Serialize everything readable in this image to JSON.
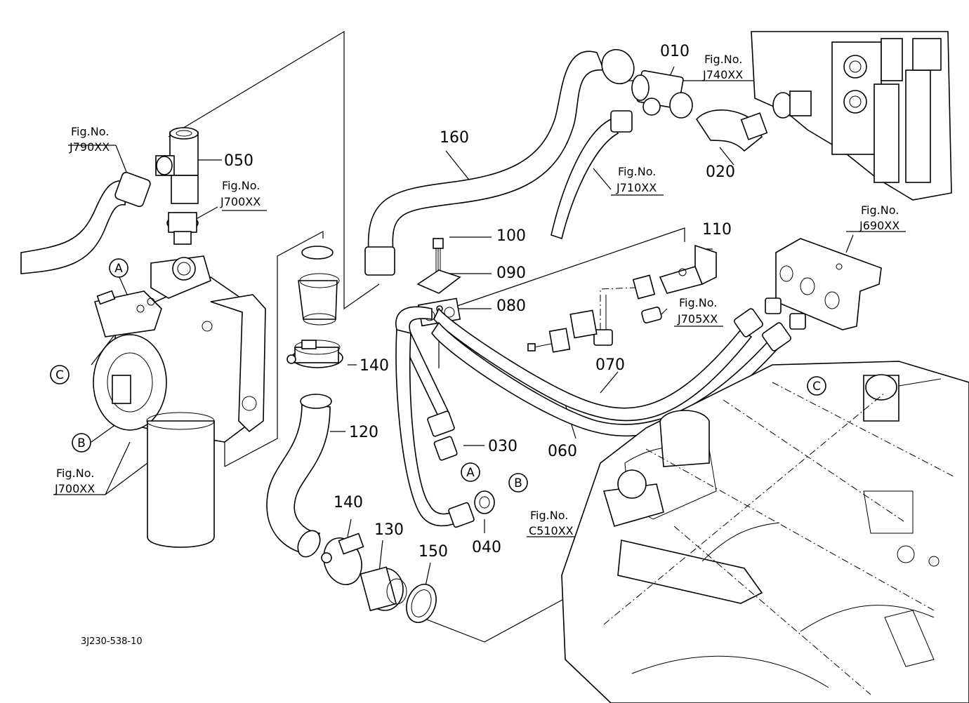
{
  "drawing_code": "3J230-538-10",
  "fig_prefix": "Fig.No.",
  "part_labels": {
    "p010": "010",
    "p020": "020",
    "p030": "030",
    "p040": "040",
    "p050": "050",
    "p060": "060",
    "p070": "070",
    "p080": "080",
    "p090": "090",
    "p100": "100",
    "p110": "110",
    "p120": "120",
    "p130": "130",
    "p140a": "140",
    "p140b": "140",
    "p150": "150",
    "p160": "160"
  },
  "figure_refs": {
    "j790": "J790XX",
    "j700_top": "J700XX",
    "j700_bottom": "J700XX",
    "j740": "J740XX",
    "j710": "J710XX",
    "j690": "J690XX",
    "j705": "J705XX",
    "c510": "C510XX"
  },
  "connection_marks": {
    "a_pump": "A",
    "b_pump": "B",
    "c_pump": "C",
    "a_pipe": "A",
    "b_pipe": "B",
    "c_trans": "C"
  }
}
